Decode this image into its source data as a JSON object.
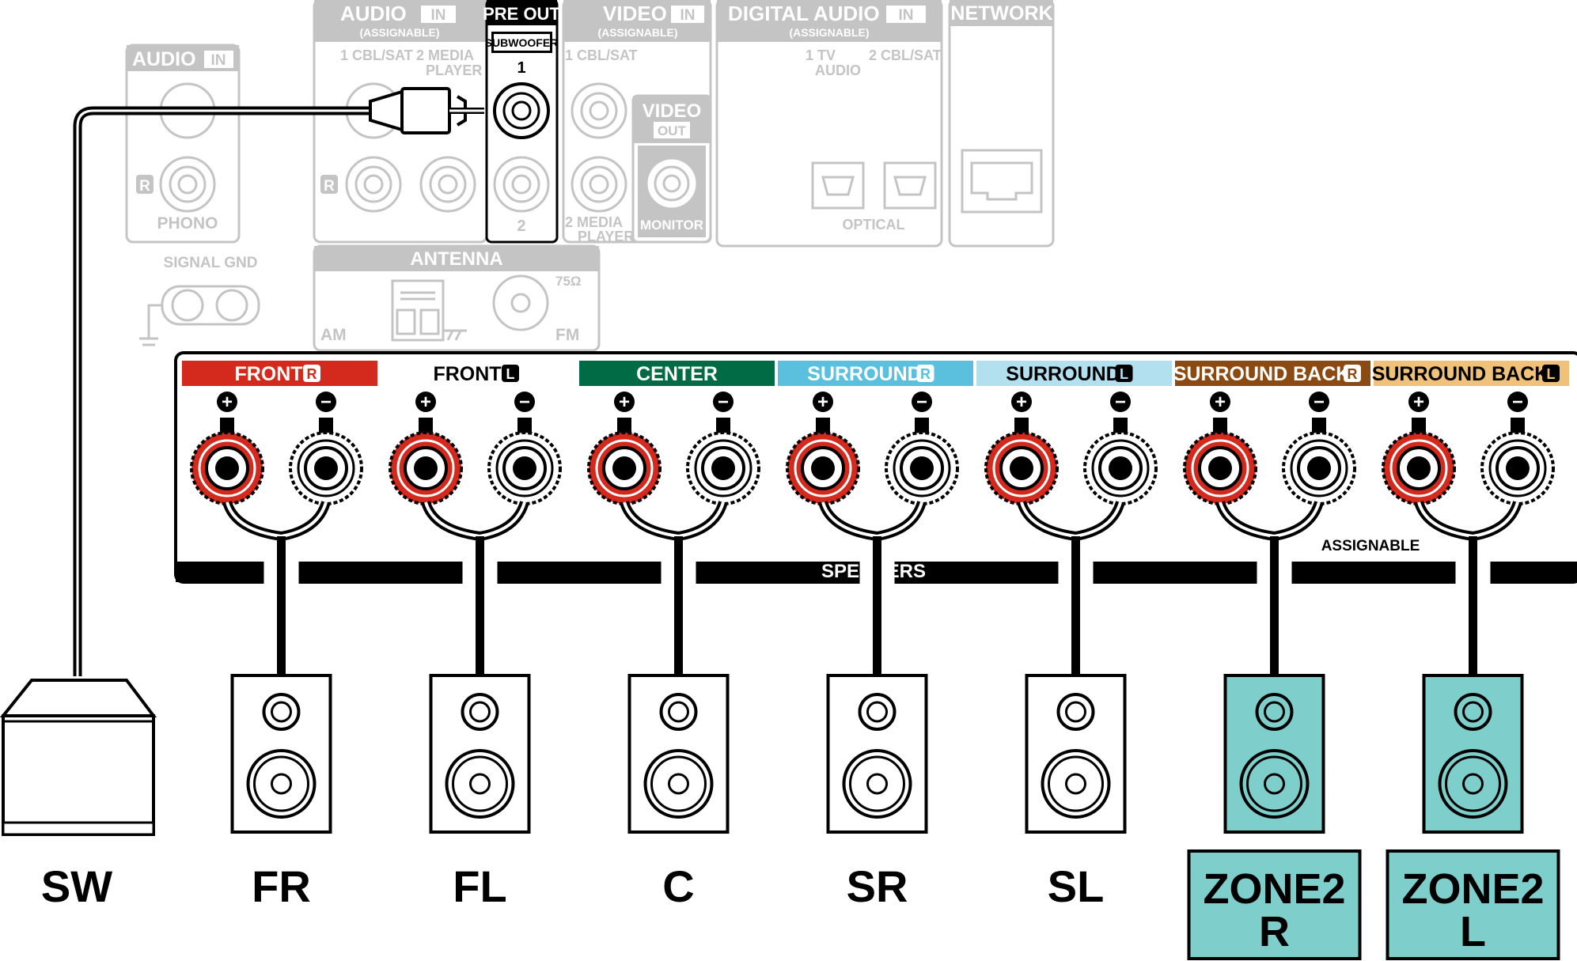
{
  "rear_panel": {
    "audio_in": {
      "title": "AUDIO",
      "tag": "IN",
      "assignable": "(ASSIGNABLE)",
      "input_1": "1 CBL/SAT",
      "input_2": "2  MEDIA",
      "input_2_line2": "PLAYER",
      "r_badge": "R"
    },
    "pre_out": {
      "title": "PRE OUT",
      "subwoofer": "SUBWOOFER",
      "jack_1": "1",
      "jack_2": "2"
    },
    "video_in": {
      "title": "VIDEO",
      "tag": "IN",
      "assignable": "(ASSIGNABLE)",
      "input_1": "1 CBL/SAT",
      "input_2": "2  MEDIA",
      "input_2_line2": "PLAYER"
    },
    "video_out": {
      "title": "VIDEO",
      "tag": "OUT",
      "monitor": "MONITOR"
    },
    "digital_audio_in": {
      "title": "DIGITAL AUDIO",
      "tag": "IN",
      "assignable": "(ASSIGNABLE)",
      "input_1": "1   TV",
      "input_1_line2": "AUDIO",
      "input_2": "2 CBL/SAT",
      "optical": "OPTICAL"
    },
    "network": {
      "title": "NETWORK"
    },
    "phono": {
      "title": "AUDIO",
      "tag": "IN",
      "r_badge": "R",
      "label": "PHONO",
      "signal_gnd": "SIGNAL GND"
    },
    "antenna": {
      "title": "ANTENNA",
      "am": "AM",
      "fm": "FM",
      "ohm": "75Ω"
    }
  },
  "speakers_panel": {
    "label": "SPEAKERS",
    "assignable": "ASSIGNABLE",
    "plus_symbol": "+",
    "minus_symbol": "−",
    "channels": [
      {
        "name": "FRONT",
        "badge": "R",
        "color": "#d42a1e",
        "text_color": "#ffffff",
        "speaker_label": "FR"
      },
      {
        "name": "FRONT",
        "badge": "L",
        "color": "#ffffff",
        "text_color": "#000000",
        "speaker_label": "FL"
      },
      {
        "name": "CENTER",
        "badge": "",
        "color": "#006b45",
        "text_color": "#ffffff",
        "speaker_label": "C"
      },
      {
        "name": "SURROUND",
        "badge": "R",
        "color": "#5bc0de",
        "text_color": "#ffffff",
        "speaker_label": "SR"
      },
      {
        "name": "SURROUND",
        "badge": "L",
        "color": "#b3e0ef",
        "text_color": "#000000",
        "speaker_label": "SL"
      },
      {
        "name": "SURROUND BACK",
        "badge": "R",
        "color": "#8b4a12",
        "text_color": "#ffffff",
        "speaker_label": "ZONE2",
        "speaker_label_2": "R"
      },
      {
        "name": "SURROUND BACK",
        "badge": "L",
        "color": "#f0c179",
        "text_color": "#000000",
        "speaker_label": "ZONE2",
        "speaker_label_2": "L"
      }
    ]
  },
  "subwoofer": {
    "label": "SW"
  },
  "colors": {
    "panel_gray": "#c4c4c4",
    "terminal_red": "#d42a1e",
    "zone2_fill": "#7ecfcb",
    "cable": "#000000"
  }
}
